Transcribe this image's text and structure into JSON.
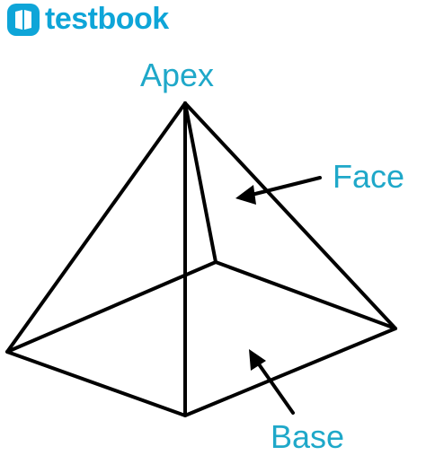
{
  "brand": {
    "name": "testbook",
    "color": "#0ea5d8",
    "icon": "testbook-logo-icon"
  },
  "diagram": {
    "labels": {
      "apex": "Apex",
      "face": "Face",
      "base": "Base"
    },
    "label_color": "#1fa8c9",
    "line_color": "#000000"
  }
}
